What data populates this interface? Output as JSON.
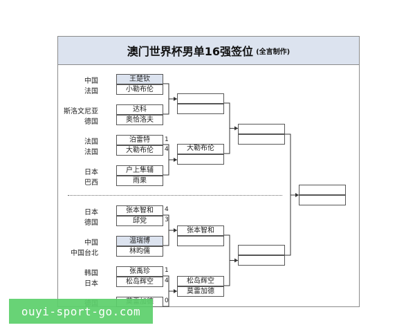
{
  "title": "澳门世界杯男单16强签位",
  "title_note": "(全言制作)",
  "watermark": "ouyi-sport-go.com",
  "colors": {
    "header_bg": "#dce3ef",
    "seed_bg": "#dce3ef",
    "watermark_bg": "#5cd06b"
  },
  "round1": [
    {
      "country": "中国",
      "player": "王楚钦",
      "score": "",
      "seed": true
    },
    {
      "country": "法国",
      "player": "小勒布伦",
      "score": "",
      "seed": false
    },
    {
      "country": "斯洛文尼亚",
      "player": "达科",
      "score": "",
      "seed": false
    },
    {
      "country": "德国",
      "player": "奥恰洛夫",
      "score": "",
      "seed": false
    },
    {
      "country": "法国",
      "player": "泊雷特",
      "score": "1",
      "seed": false
    },
    {
      "country": "法国",
      "player": "大勒布伦",
      "score": "4",
      "seed": false
    },
    {
      "country": "日本",
      "player": "户上隼辅",
      "score": "",
      "seed": false
    },
    {
      "country": "巴西",
      "player": "雨果",
      "score": "",
      "seed": false
    },
    {
      "country": "日本",
      "player": "张本智和",
      "score": "4",
      "seed": false
    },
    {
      "country": "德国",
      "player": "邱党",
      "score": "3",
      "seed": false
    },
    {
      "country": "中国",
      "player": "温瑞博",
      "score": "",
      "seed": true
    },
    {
      "country": "中国台北",
      "player": "林昀儒",
      "score": "",
      "seed": false
    },
    {
      "country": "韩国",
      "player": "张禹珍",
      "score": "1",
      "seed": false
    },
    {
      "country": "日本",
      "player": "松岛辉空",
      "score": "4",
      "seed": false
    },
    {
      "country": "德国",
      "player": "莫雷加德",
      "score": "0",
      "seed": false
    }
  ],
  "round2": [
    "",
    "",
    "",
    "大勒布伦",
    "张本智和",
    "",
    "松岛辉空",
    "莫雷加德"
  ],
  "quarterfinals": [
    "",
    "",
    "",
    ""
  ],
  "semifinals": [
    "",
    ""
  ]
}
